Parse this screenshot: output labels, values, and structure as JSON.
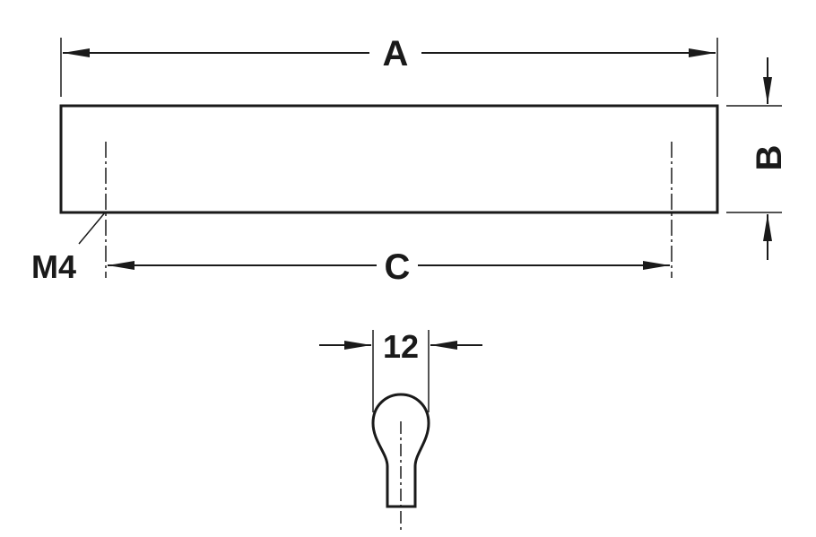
{
  "labels": {
    "a": "A",
    "b": "B",
    "c": "C",
    "m4": "M4",
    "width_12": "12"
  },
  "colors": {
    "line": "#1a1a1a",
    "background": "#ffffff"
  }
}
